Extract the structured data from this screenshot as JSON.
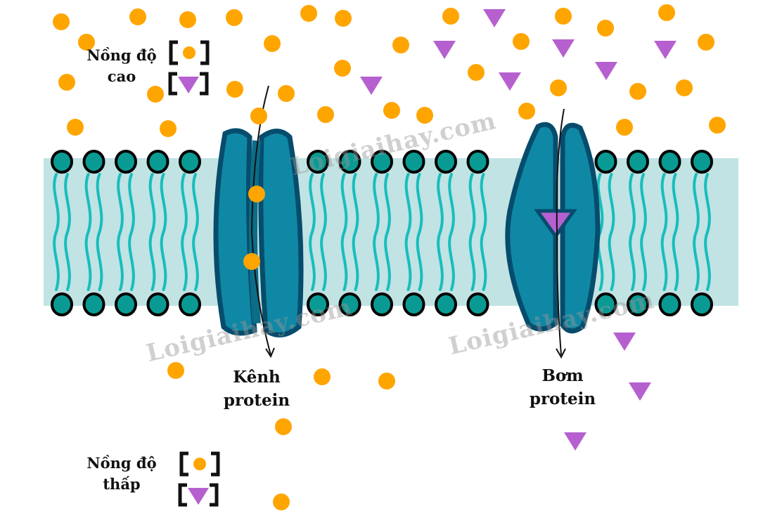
{
  "labels": {
    "high_concentration": "Nồng độ cao",
    "high_line1": "Nồng độ",
    "high_line2": "cao",
    "low_line1": "Nồng độ",
    "low_line2": "thấp",
    "channel_line1": "Kênh",
    "channel_line2": "protein",
    "pump_line1": "Bơm",
    "pump_line2": "protein"
  },
  "watermark": "Loigiaihay.com",
  "colors": {
    "molecule_orange": "#ffa500",
    "molecule_purple": "#b660d0",
    "membrane_band": "#c1e3e3",
    "lipid_head": "#0a9a94",
    "lipid_tail": "#18bdbd",
    "protein_fill": "#0f88a5",
    "protein_stroke": "#064c6c"
  }
}
